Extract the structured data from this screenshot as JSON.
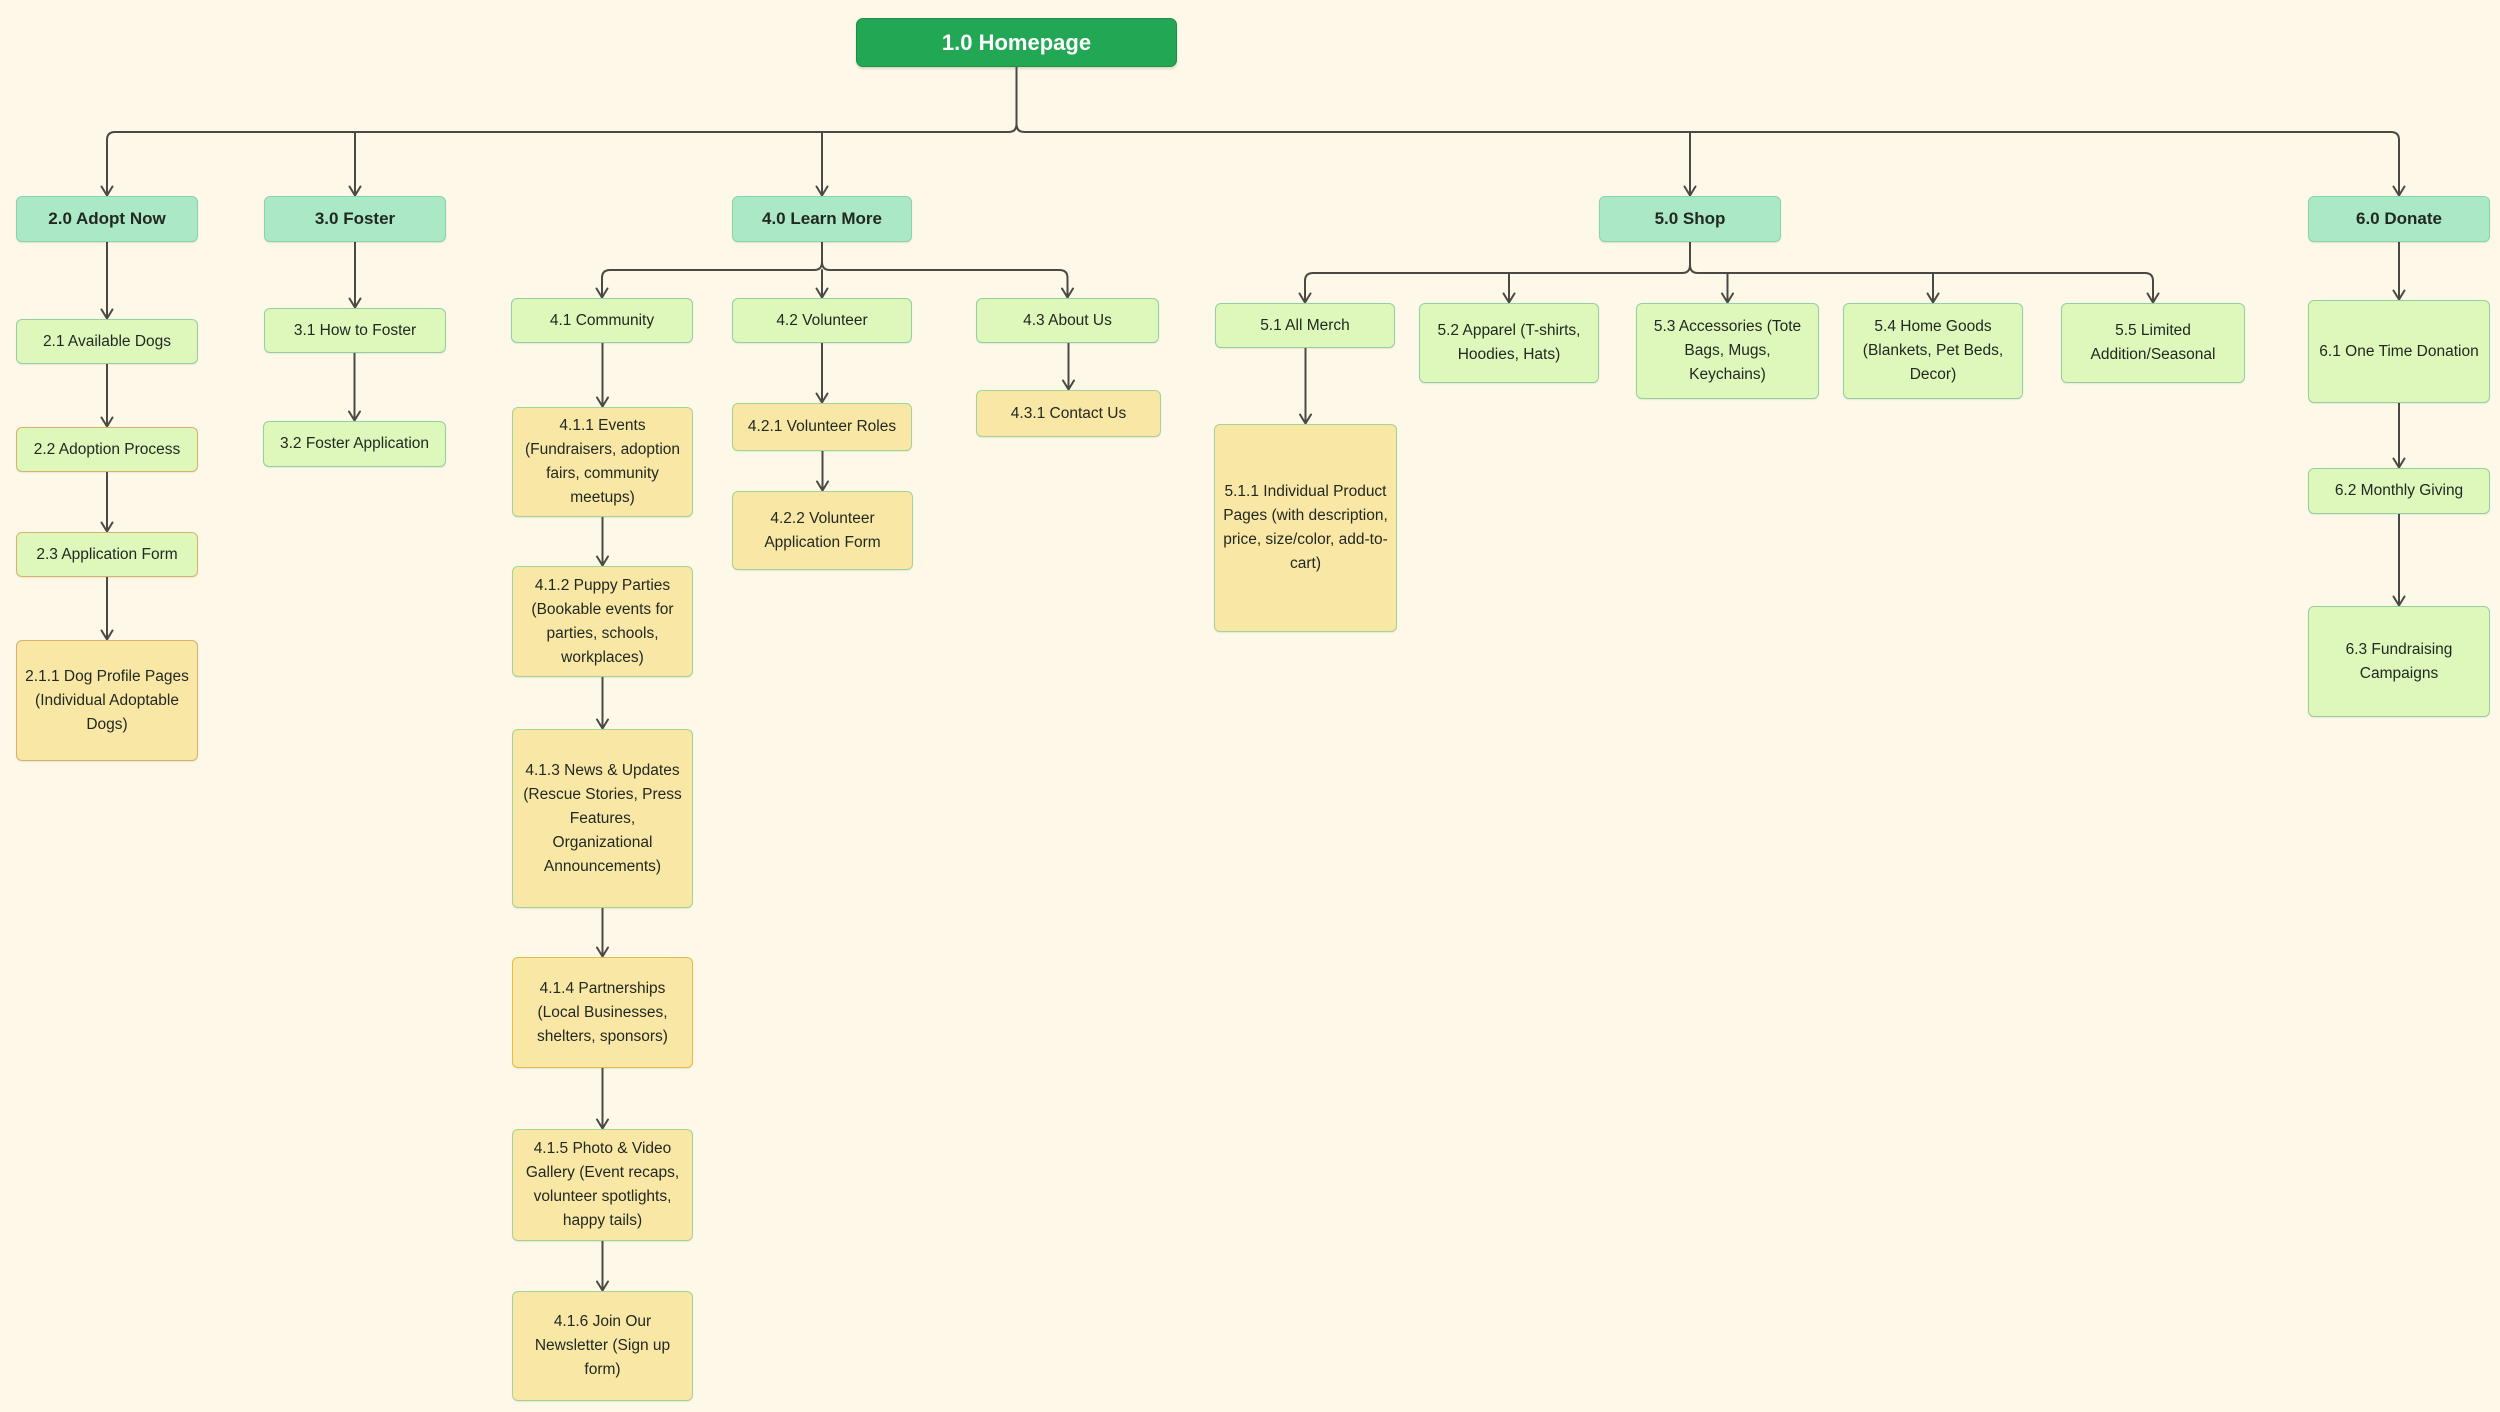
{
  "diagram": {
    "type": "sitemap-flowchart",
    "root_label": "1.0 Homepage"
  },
  "colors": {
    "background": "#fdf8e8",
    "connector": "#4a4a45",
    "homepage_fill": "#22a854",
    "homepage_border": "#1a8f45",
    "homepage_text": "#ffffff",
    "section_fill": "#abe9c6",
    "section_border": "#8bd3a9",
    "page_fill": "#def8bc",
    "page_border": "#95cfa0",
    "detail_fill": "#f9e8a5",
    "detail_border": "#a4d492",
    "tan_border": "#d9b16b",
    "gold_border": "#e3bc46",
    "text": "#222822"
  },
  "nodes": {
    "n10": {
      "label": "1.0 Homepage",
      "parent": null
    },
    "n20": {
      "label": "2.0 Adopt Now",
      "parent": "n10"
    },
    "n30": {
      "label": "3.0 Foster",
      "parent": "n10"
    },
    "n40": {
      "label": "4.0 Learn More",
      "parent": "n10"
    },
    "n50": {
      "label": "5.0 Shop",
      "parent": "n10"
    },
    "n60": {
      "label": "6.0 Donate",
      "parent": "n10"
    },
    "n21": {
      "label": "2.1 Available Dogs",
      "parent": "n20"
    },
    "n22": {
      "label": "2.2 Adoption Process",
      "parent": "n21"
    },
    "n23": {
      "label": "2.3 Application Form",
      "parent": "n22"
    },
    "n211": {
      "label": "2.1.1 Dog Profile Pages (Individual Adoptable Dogs)",
      "parent": "n23"
    },
    "n31": {
      "label": "3.1 How to Foster",
      "parent": "n30"
    },
    "n32": {
      "label": "3.2 Foster Application",
      "parent": "n31"
    },
    "n41": {
      "label": "4.1 Community",
      "parent": "n40"
    },
    "n42": {
      "label": "4.2 Volunteer",
      "parent": "n40"
    },
    "n43": {
      "label": "4.3 About Us",
      "parent": "n40"
    },
    "n411": {
      "label": "4.1.1 Events (Fundraisers, adoption fairs, community meetups)",
      "parent": "n41"
    },
    "n412": {
      "label": "4.1.2 Puppy Parties (Bookable events for parties, schools, workplaces)",
      "parent": "n411"
    },
    "n413": {
      "label": "4.1.3 News & Updates (Rescue Stories, Press Features, Organizational Announcements)",
      "parent": "n412"
    },
    "n414": {
      "label": "4.1.4 Partnerships (Local Businesses, shelters, sponsors)",
      "parent": "n413"
    },
    "n415": {
      "label": "4.1.5 Photo & Video Gallery (Event recaps, volunteer spotlights, happy tails)",
      "parent": "n414"
    },
    "n416": {
      "label": "4.1.6 Join Our Newsletter (Sign up form)",
      "parent": "n415"
    },
    "n421": {
      "label": "4.2.1 Volunteer Roles",
      "parent": "n42"
    },
    "n422": {
      "label": "4.2.2 Volunteer Application Form",
      "parent": "n421"
    },
    "n431": {
      "label": "4.3.1 Contact Us",
      "parent": "n43"
    },
    "n51": {
      "label": "5.1 All Merch",
      "parent": "n50"
    },
    "n52": {
      "label": "5.2 Apparel (T-shirts, Hoodies, Hats)",
      "parent": "n50"
    },
    "n53": {
      "label": "5.3 Accessories (Tote Bags, Mugs, Keychains)",
      "parent": "n50"
    },
    "n54": {
      "label": "5.4 Home Goods (Blankets, Pet Beds, Decor)",
      "parent": "n50"
    },
    "n55": {
      "label": "5.5 Limited Addition/Seasonal",
      "parent": "n50"
    },
    "n511": {
      "label": "5.1.1 Individual Product Pages (with description, price, size/color, add-to-cart)",
      "parent": "n51"
    },
    "n61": {
      "label": "6.1 One Time Donation",
      "parent": "n60"
    },
    "n62": {
      "label": "6.2 Monthly Giving",
      "parent": "n61"
    },
    "n63": {
      "label": "6.3 Fundraising Campaigns",
      "parent": "n62"
    }
  }
}
